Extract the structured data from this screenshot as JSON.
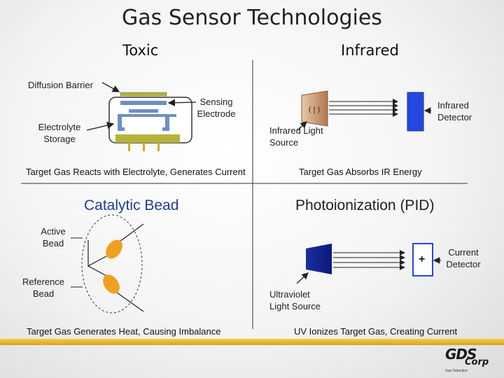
{
  "slide": {
    "title": "Gas Sensor Technologies"
  },
  "toxic": {
    "heading": "Toxic",
    "diffusion_barrier": "Diffusion Barrier",
    "sensing_electrode": "Sensing\nElectrode",
    "electrolyte_storage": "Electrolyte\nStorage",
    "caption": "Target Gas Reacts with Electrolyte, Generates Current"
  },
  "infrared": {
    "heading": "Infrared",
    "detector": "Infrared\nDetector",
    "light_source": "Infrared Light\nSource",
    "caption": "Target Gas Absorbs IR Energy"
  },
  "catalytic": {
    "heading": "Catalytic Bead",
    "active_bead": "Active\nBead",
    "reference_bead": "Reference\nBead",
    "caption": "Target Gas Generates Heat, Causing Imbalance"
  },
  "pid": {
    "heading": "Photoionization (PID)",
    "plus_symbol": "+",
    "current_detector": "Current\nDetector",
    "uv_source": "Ultraviolet\nLight Source",
    "caption": "UV Ionizes Target Gas, Creating Current"
  },
  "logo": {
    "name": "GDS",
    "suffix": "Corp",
    "tagline": "Gas Detection"
  },
  "colors": {
    "electrode_blue": "#6d8fc4",
    "dark_blue": "#1a2ea0",
    "bead_orange": "#f0a020",
    "electrolyte_olive": "#b5b33a",
    "footer_gold": "#e8b530"
  }
}
